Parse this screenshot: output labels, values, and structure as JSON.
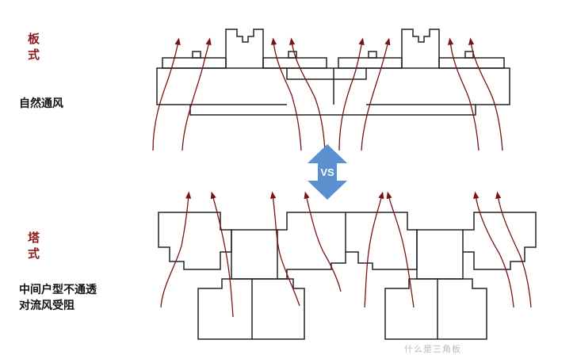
{
  "top_section": {
    "title_line1": "板",
    "title_line2": "式",
    "description": "自然通风"
  },
  "bottom_section": {
    "title_line1": "塔",
    "title_line2": "式",
    "description_line1": "中间户型不通透",
    "description_line2": "对流风受阻"
  },
  "comparison_badge": {
    "label": "VS",
    "color": "#5b8fd0"
  },
  "colors": {
    "outline": "#222222",
    "airflow": "#7a1414",
    "label": "#8b1a1a"
  },
  "watermark": "什么是三角板"
}
